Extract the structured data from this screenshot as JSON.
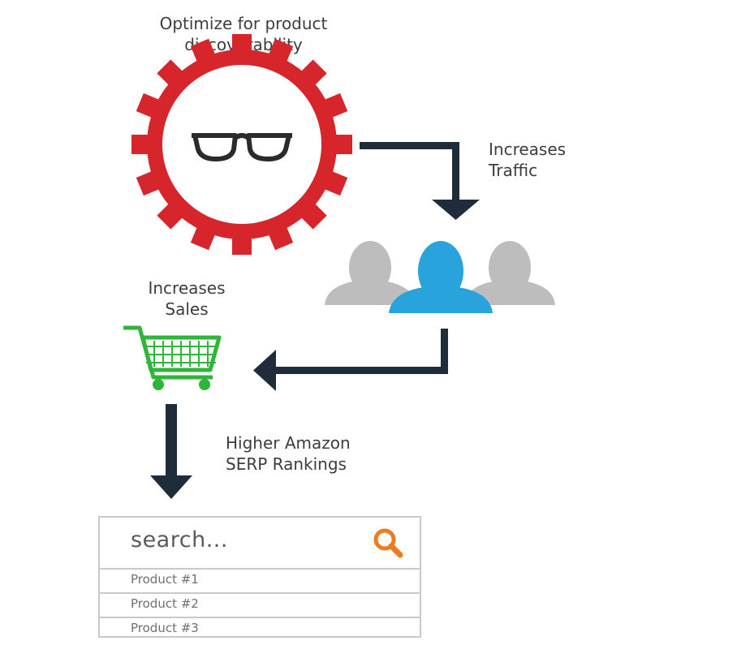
{
  "steps": {
    "optimize": {
      "line1": "Optimize for product",
      "line2": "discoverability"
    },
    "traffic": {
      "line1": "Increases",
      "line2": "Traffic"
    },
    "sales": {
      "line1": "Increases",
      "line2": "Sales"
    },
    "serp": {
      "line1": "Higher Amazon",
      "line2": "SERP Rankings"
    }
  },
  "search": {
    "placeholder": "search...",
    "results": [
      "Product #1",
      "Product #2",
      "Product #3"
    ]
  },
  "colors": {
    "gear": "#d6262b",
    "arrow": "#1f2d3a",
    "user_highlight": "#29a3db",
    "user_muted": "#bdbdbd",
    "cart": "#2fb53a",
    "search_icon": "#ee7c1e"
  },
  "icons": [
    "gear-icon",
    "glasses-icon",
    "users-icon",
    "shopping-cart-icon",
    "search-icon"
  ]
}
